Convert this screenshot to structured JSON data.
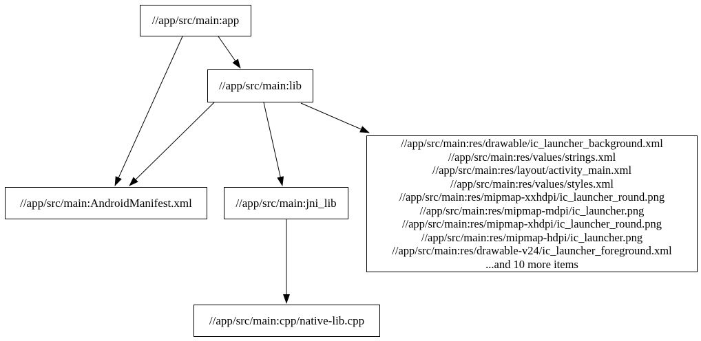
{
  "graph": {
    "background_color": "#ffffff",
    "node_border_color": "#000000",
    "edge_color": "#000000",
    "nodes": {
      "app": {
        "label": "//app/src/main:app"
      },
      "lib": {
        "label": "//app/src/main:lib"
      },
      "manifest": {
        "label": "//app/src/main:AndroidManifest.xml"
      },
      "jni_lib": {
        "label": "//app/src/main:jni_lib"
      },
      "native_lib": {
        "label": "//app/src/main:cpp/native-lib.cpp"
      },
      "res_group": {
        "lines": [
          "//app/src/main:res/drawable/ic_launcher_background.xml",
          "//app/src/main:res/values/strings.xml",
          "//app/src/main:res/layout/activity_main.xml",
          "//app/src/main:res/values/styles.xml",
          "//app/src/main:res/mipmap-xxhdpi/ic_launcher_round.png",
          "//app/src/main:res/mipmap-mdpi/ic_launcher.png",
          "//app/src/main:res/mipmap-xhdpi/ic_launcher_round.png",
          "//app/src/main:res/mipmap-hdpi/ic_launcher.png",
          "//app/src/main:res/drawable-v24/ic_launcher_foreground.xml",
          "...and 10 more items"
        ]
      }
    },
    "edges": [
      {
        "from": "//app/src/main:app",
        "to": "//app/src/main:lib"
      },
      {
        "from": "//app/src/main:app",
        "to": "//app/src/main:AndroidManifest.xml"
      },
      {
        "from": "//app/src/main:lib",
        "to": "//app/src/main:AndroidManifest.xml"
      },
      {
        "from": "//app/src/main:lib",
        "to": "//app/src/main:jni_lib"
      },
      {
        "from": "//app/src/main:lib",
        "to": "res-group"
      },
      {
        "from": "//app/src/main:jni_lib",
        "to": "//app/src/main:cpp/native-lib.cpp"
      }
    ]
  }
}
